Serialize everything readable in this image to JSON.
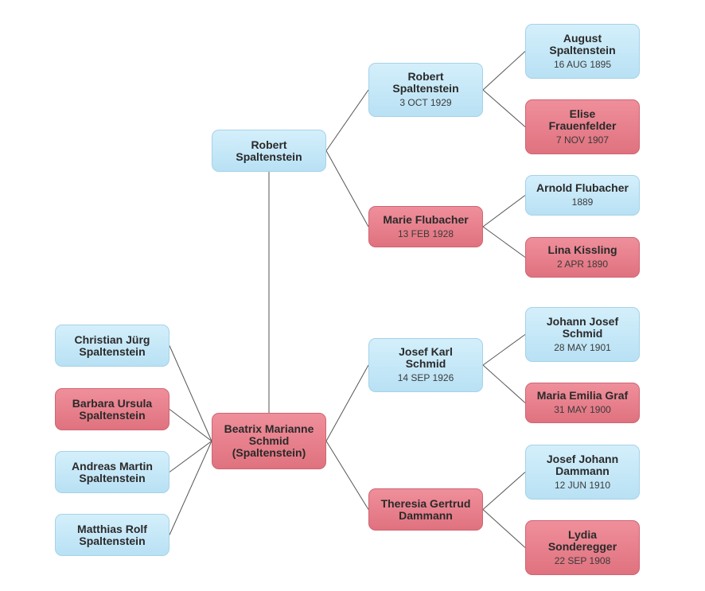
{
  "colors": {
    "male": "#c4e6f7",
    "female": "#e88390",
    "line": "#555555"
  },
  "people": {
    "robert_father": {
      "name": "Robert Spaltenstein",
      "date": "",
      "sex": "male"
    },
    "beatrix": {
      "name": "Beatrix Marianne Schmid (Spaltenstein)",
      "date": "",
      "sex": "female"
    },
    "robert_gf": {
      "name": "Robert Spaltenstein",
      "date": "3 OCT 1929",
      "sex": "male"
    },
    "marie": {
      "name": "Marie Flubacher",
      "date": "13 FEB 1928",
      "sex": "female"
    },
    "josef_karl": {
      "name": "Josef Karl Schmid",
      "date": "14 SEP 1926",
      "sex": "male"
    },
    "theresia": {
      "name": "Theresia Gertrud Dammann",
      "date": "",
      "sex": "female"
    },
    "august": {
      "name": "August Spaltenstein",
      "date": "16 AUG 1895",
      "sex": "male"
    },
    "elise": {
      "name": "Elise Frauenfelder",
      "date": "7 NOV 1907",
      "sex": "female"
    },
    "arnold": {
      "name": "Arnold Flubacher",
      "date": "1889",
      "sex": "male"
    },
    "lina": {
      "name": "Lina Kissling",
      "date": "2 APR 1890",
      "sex": "female"
    },
    "johann": {
      "name": "Johann Josef Schmid",
      "date": "28 MAY 1901",
      "sex": "male"
    },
    "maria_emilia": {
      "name": "Maria Emilia Graf",
      "date": "31 MAY 1900",
      "sex": "female"
    },
    "josef_johann": {
      "name": "Josef Johann Dammann",
      "date": "12 JUN 1910",
      "sex": "male"
    },
    "lydia": {
      "name": "Lydia Sonderegger",
      "date": "22 SEP 1908",
      "sex": "female"
    },
    "christian": {
      "name": "Christian Jürg Spaltenstein",
      "date": "",
      "sex": "male"
    },
    "barbara": {
      "name": "Barbara Ursula Spaltenstein",
      "date": "",
      "sex": "female"
    },
    "andreas": {
      "name": "Andreas Martin Spaltenstein",
      "date": "",
      "sex": "male"
    },
    "matthias": {
      "name": "Matthias Rolf Spaltenstein",
      "date": "",
      "sex": "male"
    }
  },
  "relations": {
    "couples": [
      [
        "robert_father",
        "beatrix"
      ]
    ],
    "parents": [
      [
        "robert_father",
        "robert_gf"
      ],
      [
        "robert_father",
        "marie"
      ],
      [
        "beatrix",
        "josef_karl"
      ],
      [
        "beatrix",
        "theresia"
      ],
      [
        "robert_gf",
        "august"
      ],
      [
        "robert_gf",
        "elise"
      ],
      [
        "marie",
        "arnold"
      ],
      [
        "marie",
        "lina"
      ],
      [
        "josef_karl",
        "johann"
      ],
      [
        "josef_karl",
        "maria_emilia"
      ],
      [
        "theresia",
        "josef_johann"
      ],
      [
        "theresia",
        "lydia"
      ]
    ],
    "children": [
      [
        "beatrix",
        "christian"
      ],
      [
        "beatrix",
        "barbara"
      ],
      [
        "beatrix",
        "andreas"
      ],
      [
        "beatrix",
        "matthias"
      ]
    ]
  }
}
